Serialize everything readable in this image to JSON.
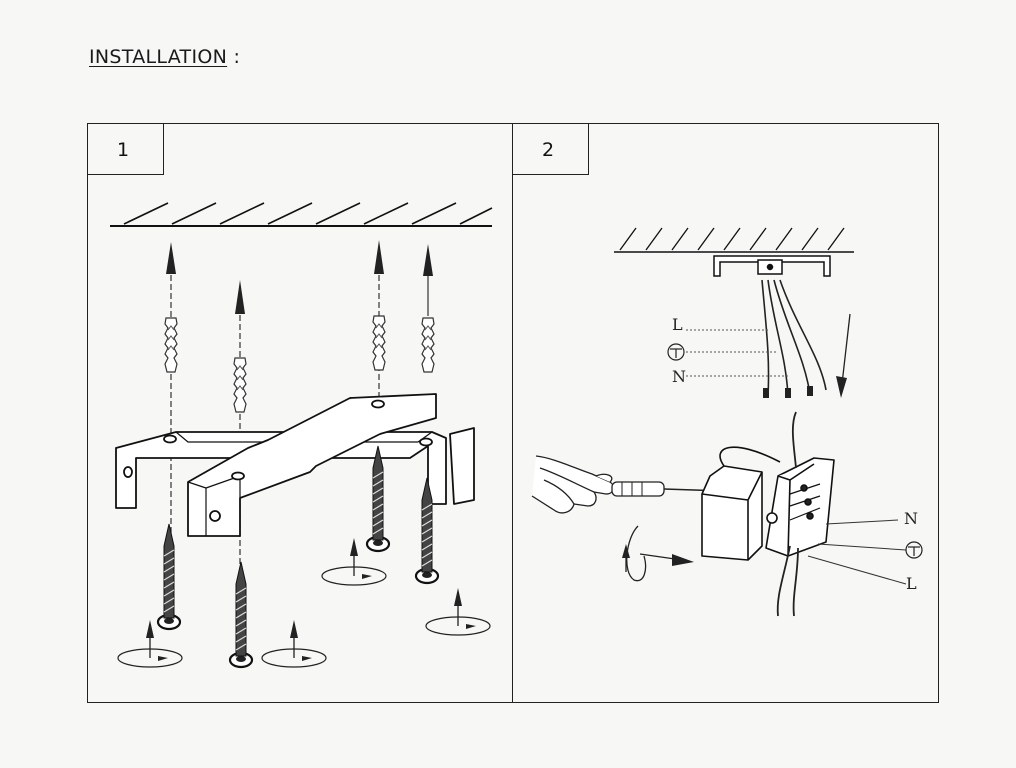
{
  "document": {
    "title": "INSTALLATION",
    "title_suffix": " :"
  },
  "steps": [
    {
      "number": "1"
    },
    {
      "number": "2"
    }
  ],
  "wiring_labels": {
    "left_top": "L",
    "left_bottom": "N",
    "right_top": "N",
    "right_bottom": "L"
  },
  "icons": [
    "ground-symbol-icon",
    "screw-icon",
    "wall-plug-icon",
    "arrow-up-icon",
    "rotation-arrow-icon",
    "hand-screwdriver-icon",
    "terminal-block-icon"
  ]
}
